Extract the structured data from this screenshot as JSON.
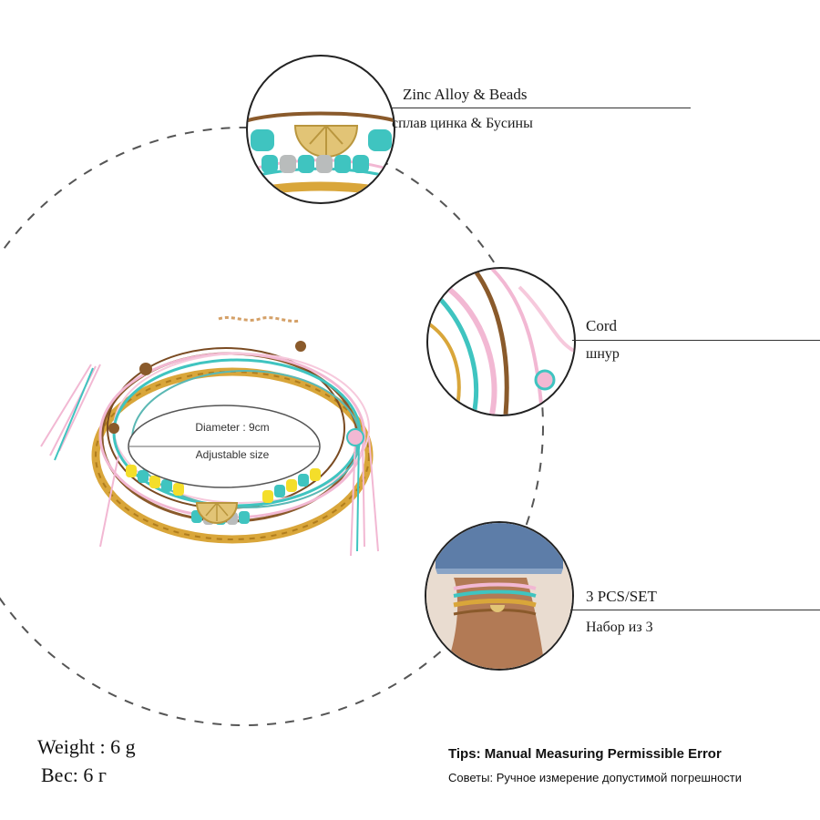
{
  "callouts": [
    {
      "en": "Zinc Alloy & Beads",
      "ru": "сплав цинка & Бусины"
    },
    {
      "en": "Cord",
      "ru": "шнур"
    },
    {
      "en": "3 PCS/SET",
      "ru": "Набор из 3"
    }
  ],
  "diameter_label": "Diameter : 9cm",
  "adjustable_label": "Adjustable size",
  "weight": {
    "en": "Weight : 6 g",
    "ru": "Вес: 6 г"
  },
  "tips": {
    "en": "Tips: Manual Measuring Permissible Error",
    "ru": "Советы: Ручное измерение допустимой погрешности"
  },
  "colors": {
    "turquoise": "#3fc4c0",
    "pink": "#f2b8d3",
    "brown": "#8a5a2b",
    "mustard": "#d9a63a",
    "yellow": "#f4de2a",
    "silver": "#b9bcbc",
    "gold": "#e2c476"
  }
}
